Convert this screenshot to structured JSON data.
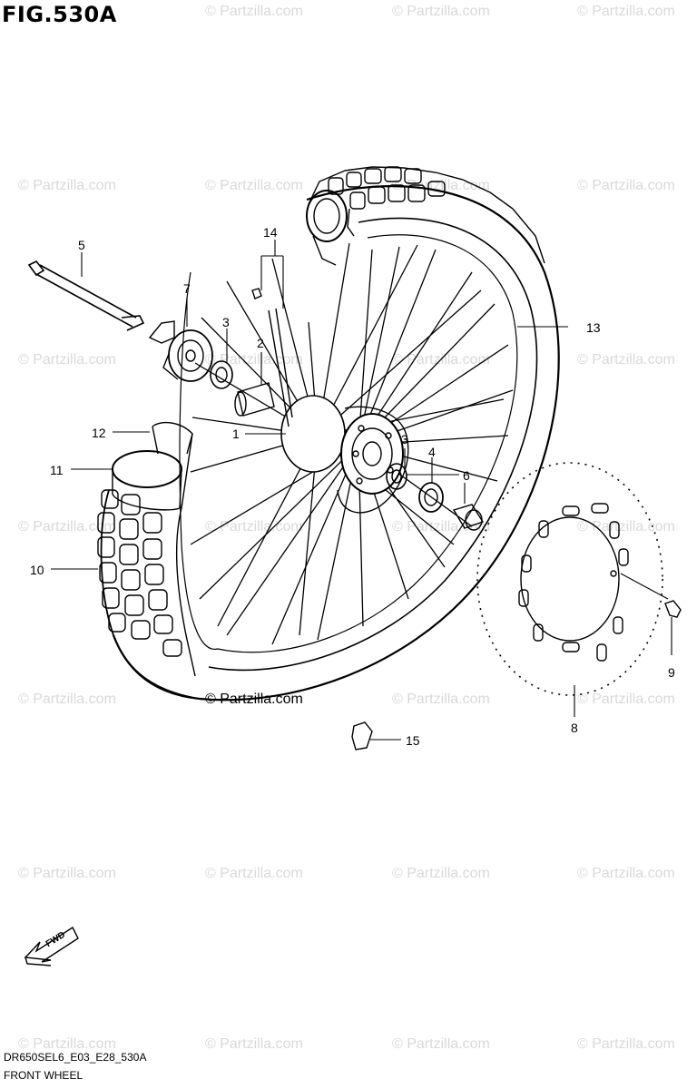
{
  "figure": {
    "title": "FIG.530A",
    "code": "DR650SEL6_E03_E28_530A",
    "caption": "FRONT WHEEL",
    "watermark": "© Partzilla.com",
    "fwd_label": "FWD"
  },
  "callouts": [
    {
      "num": "1",
      "part": "hub"
    },
    {
      "num": "2",
      "part": "spacer"
    },
    {
      "num": "3",
      "part": "bearing"
    },
    {
      "num": "3",
      "part": "bearing"
    },
    {
      "num": "4",
      "part": "oil-seal"
    },
    {
      "num": "5",
      "part": "axle"
    },
    {
      "num": "6",
      "part": "collar"
    },
    {
      "num": "7",
      "part": "speedometer-gearbox"
    },
    {
      "num": "8",
      "part": "brake-disc"
    },
    {
      "num": "9",
      "part": "disc-bolt"
    },
    {
      "num": "10",
      "part": "tire"
    },
    {
      "num": "11",
      "part": "tube"
    },
    {
      "num": "12",
      "part": "rim-band"
    },
    {
      "num": "13",
      "part": "rim"
    },
    {
      "num": "14",
      "part": "spoke-set"
    },
    {
      "num": "15",
      "part": "valve-nut"
    }
  ]
}
